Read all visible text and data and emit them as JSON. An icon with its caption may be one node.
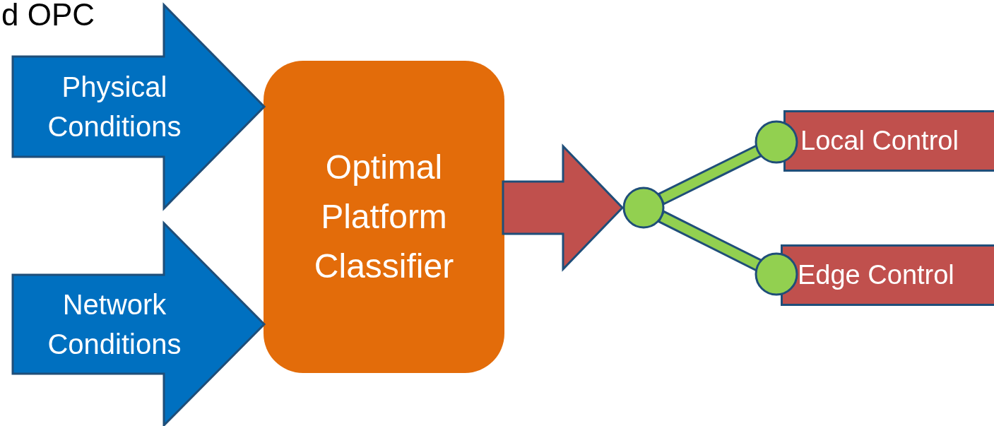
{
  "diagram": {
    "nodes": [
      {
        "text": [
          "Optimal Platform Classifier"
        ]
      },
      {
        "text": [],
        "shape": "circle"
      },
      {
        "text": [],
        "shape": "circle"
      },
      {
        "text": [],
        "shape": "circle"
      },
      {
        "text": [
          "Local Control"
        ]
      },
      {
        "text": [
          "Edge Control"
        ]
      }
    ],
    "edges": [
      {
        "from": null,
        "to": 0,
        "arrow": "to",
        "label": "Physical Conditions",
        "style": "thick",
        "color": "#0070c0"
      },
      {
        "from": null,
        "to": 0,
        "arrow": "to",
        "label": "Network Conditions",
        "style": "thick",
        "color": "#0070c0"
      },
      {
        "from": 0,
        "to": 1,
        "arrow": "to",
        "style": "thick",
        "color": "#c0504d"
      },
      {
        "from": 1,
        "to": 2,
        "arrow": "none",
        "style": "thick",
        "color": "#92d050"
      },
      {
        "from": 1,
        "to": 3,
        "arrow": "none",
        "style": "thick",
        "color": "#92d050"
      }
    ],
    "labels": [
      "d OPC"
    ]
  }
}
